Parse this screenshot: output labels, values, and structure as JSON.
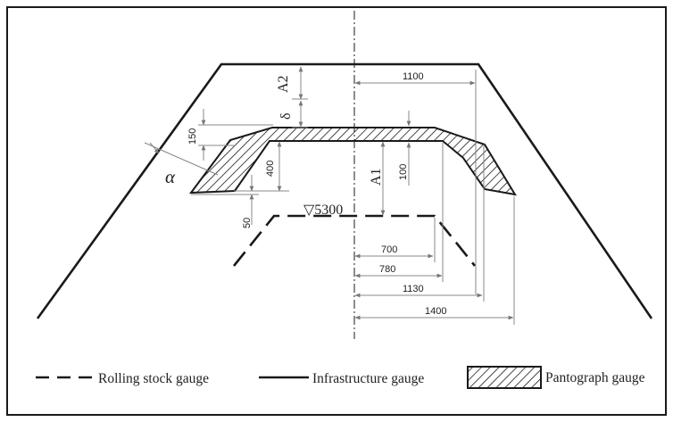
{
  "diagram": {
    "labels": {
      "a2": "A2",
      "delta": "δ",
      "a1": "A1",
      "alpha": "α",
      "level": "▽5300"
    },
    "dimensions": {
      "d150": "150",
      "d400": "400",
      "d50": "50",
      "d100": "100",
      "d1100": "1100",
      "d700": "700",
      "d780": "780",
      "d1130": "1130",
      "d1400": "1400"
    },
    "legend": [
      {
        "key": "rolling",
        "label": "Rolling stock gauge"
      },
      {
        "key": "infra",
        "label": "Infrastructure gauge"
      },
      {
        "key": "panto",
        "label": "Pantograph gauge"
      }
    ],
    "colors": {
      "line": "#1a1a1a",
      "dimension": "#888888",
      "background": "#ffffff"
    }
  }
}
